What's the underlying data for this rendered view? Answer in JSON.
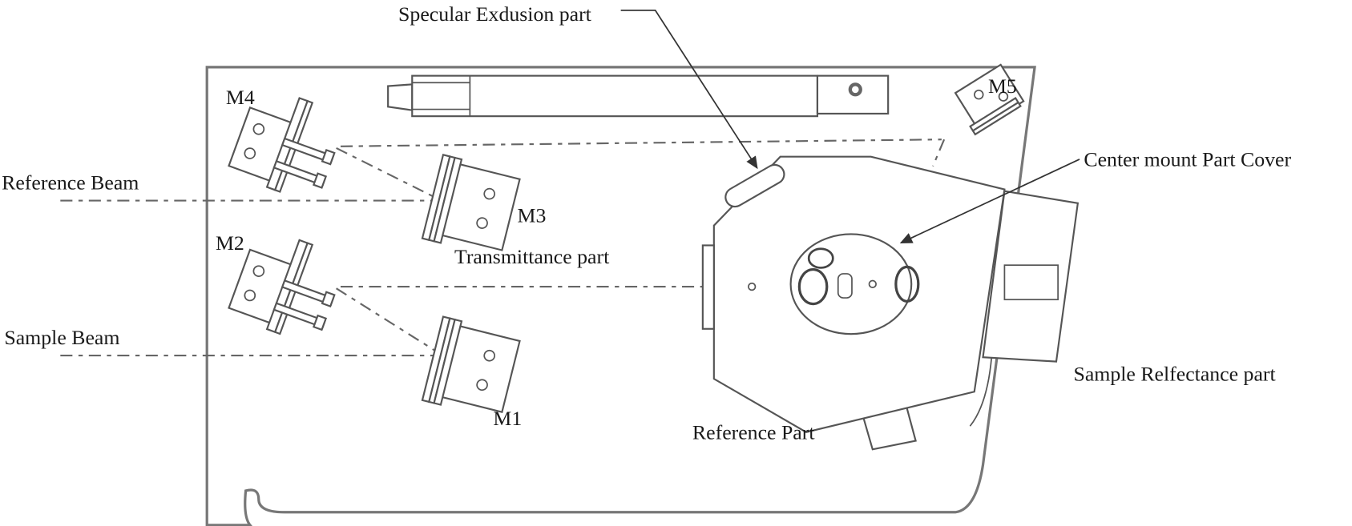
{
  "labels": {
    "specular": "Specular Exdusion part",
    "center_cover": "Center mount Part Cover",
    "reference_beam": "Reference Beam",
    "sample_beam": "Sample Beam",
    "transmittance": "Transmittance part",
    "reference_part": "Reference Part",
    "sample_reflectance": "Sample Relfectance part",
    "m1": "M1",
    "m2": "M2",
    "m3": "M3",
    "m4": "M4",
    "m5": "M5"
  },
  "colors": {
    "line": "#555555",
    "text": "#1a1a1a"
  }
}
